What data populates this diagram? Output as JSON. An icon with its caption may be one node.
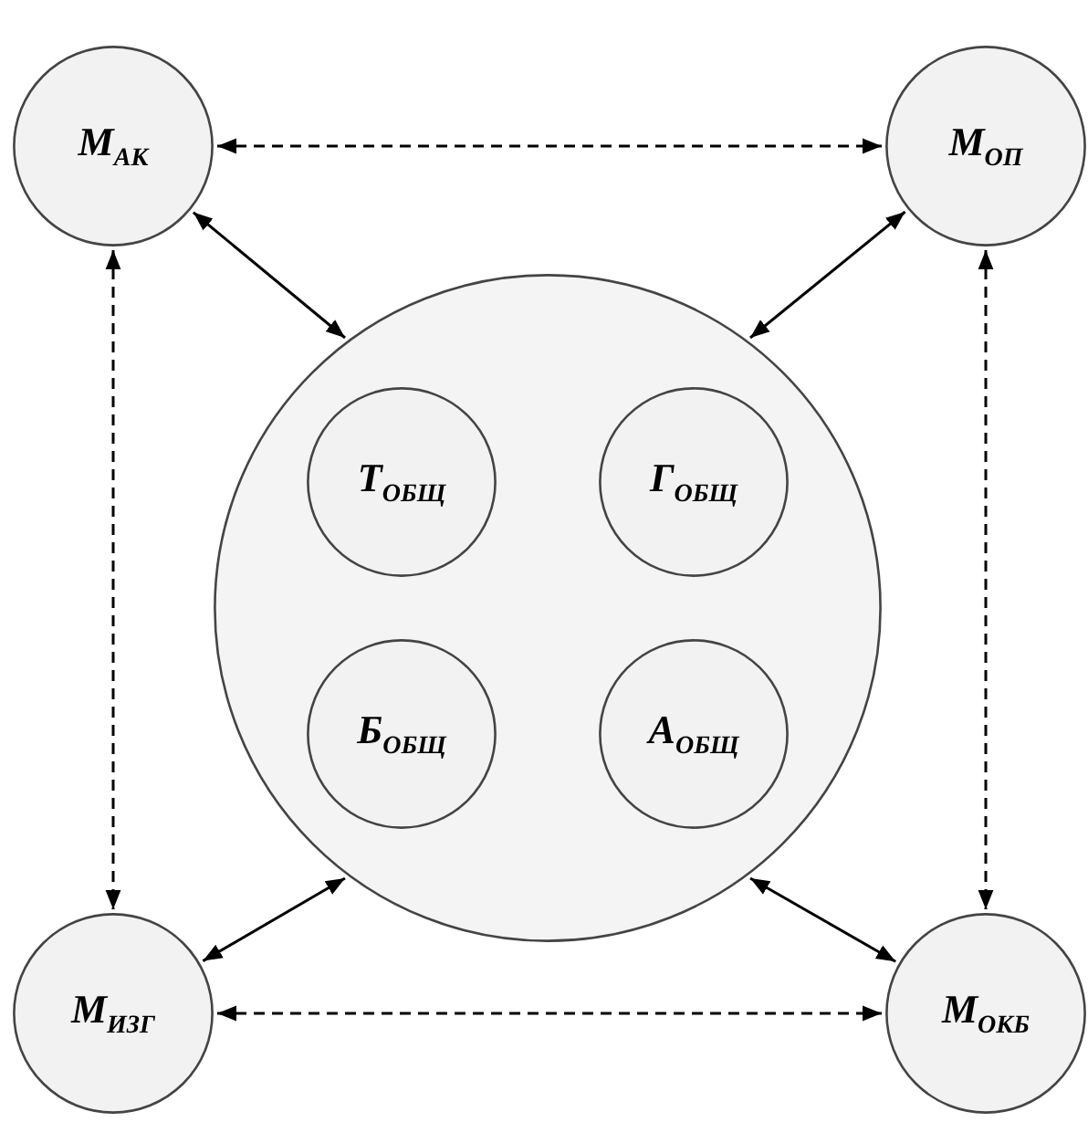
{
  "diagram": {
    "nodes": [
      {
        "text": [
          "М$_{АК}$"
        ]
      },
      {
        "text": [
          "М$_{ОП}$"
        ]
      },
      {
        "text": [],
        "shape": "circle"
      },
      {
        "text": [
          "Т$_{ОБЩ}$"
        ],
        "in": 2
      },
      {
        "text": [
          "Г$_{ОБЩ}$"
        ],
        "in": 2
      },
      {
        "text": [
          "Б$_{ОБЩ}$"
        ],
        "in": 2
      },
      {
        "text": [
          "А$_{ОБЩ}$"
        ],
        "in": 2
      },
      {
        "text": [
          "М$_{ИЗГ}$"
        ]
      },
      {
        "text": [
          "М$_{ОКБ}$"
        ]
      }
    ],
    "edges": [
      {
        "from": 0,
        "to": 1,
        "arrow": "both",
        "style": "dashed"
      },
      {
        "from": 0,
        "to": 2,
        "arrow": "both"
      },
      {
        "from": 1,
        "to": 2,
        "arrow": "both"
      },
      {
        "from": 0,
        "to": 7,
        "arrow": "both",
        "style": "dashed"
      },
      {
        "from": 1,
        "to": 8,
        "arrow": "both",
        "style": "dashed"
      },
      {
        "from": 7,
        "to": 2,
        "arrow": "both"
      },
      {
        "from": 8,
        "to": 2,
        "arrow": "both"
      },
      {
        "from": 7,
        "to": 8,
        "arrow": "both",
        "style": "dashed"
      }
    ]
  }
}
